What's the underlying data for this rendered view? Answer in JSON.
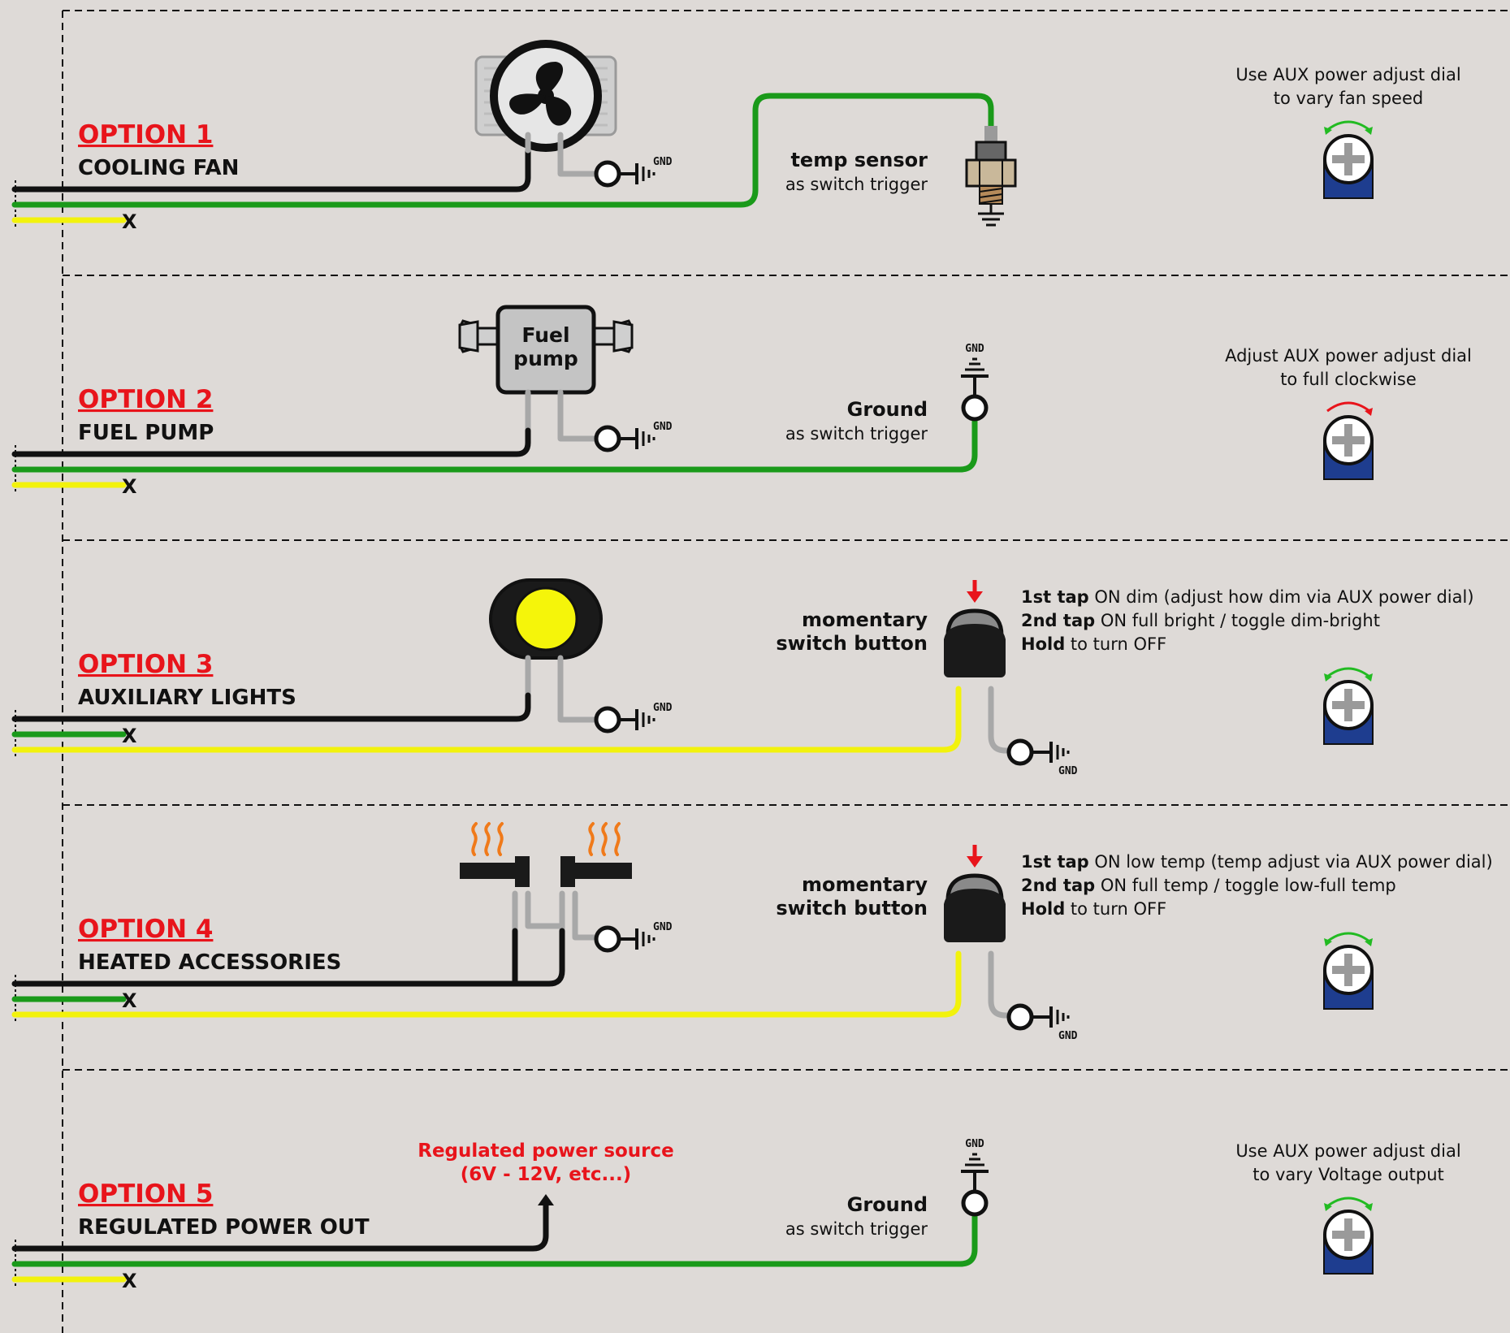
{
  "options": [
    {
      "title": "OPTION 1",
      "subtitle": "COOLING FAN",
      "trigger_bold": "temp sensor",
      "trigger_sub": "as switch trigger",
      "note_lines": [
        "Use AUX power adjust dial",
        "to vary fan speed"
      ],
      "dial_arrow_color": "#22bb22"
    },
    {
      "title": "OPTION 2",
      "subtitle": "FUEL PUMP",
      "device_label_lines": [
        "Fuel",
        "pump"
      ],
      "trigger_bold": "Ground",
      "trigger_sub": "as switch trigger",
      "note_lines": [
        "Adjust AUX power adjust dial",
        "to full clockwise"
      ],
      "dial_arrow_color": "#e8141b"
    },
    {
      "title": "OPTION 3",
      "subtitle": "AUXILIARY LIGHTS",
      "trigger_bold_lines": [
        "momentary",
        "switch button"
      ],
      "instructions": [
        {
          "bold": "1st tap",
          "text": " ON dim (adjust how dim via AUX power dial)"
        },
        {
          "bold": "2nd tap",
          "text": " ON full bright / toggle dim-bright"
        },
        {
          "bold": "Hold",
          "text": " to turn OFF"
        }
      ],
      "dial_arrow_color": "#22bb22"
    },
    {
      "title": "OPTION 4",
      "subtitle": "HEATED ACCESSORIES",
      "trigger_bold_lines": [
        "momentary",
        "switch button"
      ],
      "instructions": [
        {
          "bold": "1st tap",
          "text": " ON low temp (temp adjust via AUX power dial)"
        },
        {
          "bold": "2nd tap",
          "text": " ON full temp / toggle low-full temp"
        },
        {
          "bold": "Hold",
          "text": " to turn OFF"
        }
      ],
      "dial_arrow_color": "#22bb22"
    },
    {
      "title": "OPTION 5",
      "subtitle": "REGULATED POWER OUT",
      "output_label_lines": [
        "Regulated power source",
        "(6V - 12V, etc...)"
      ],
      "trigger_bold": "Ground",
      "trigger_sub": "as switch trigger",
      "note_lines": [
        "Use AUX power adjust dial",
        "to vary Voltage output"
      ],
      "dial_arrow_color": "#22bb22"
    }
  ],
  "ground_label": "GND",
  "unconnected_mark": "X",
  "colors": {
    "background": "#dedad7",
    "black_wire": "#111111",
    "green_wire": "#1a9a1a",
    "yellow_wire": "#f2f20c",
    "gray_wire": "#a8a8a8",
    "dial_blue": "#1e3d8f",
    "title_red": "#e8141b"
  }
}
